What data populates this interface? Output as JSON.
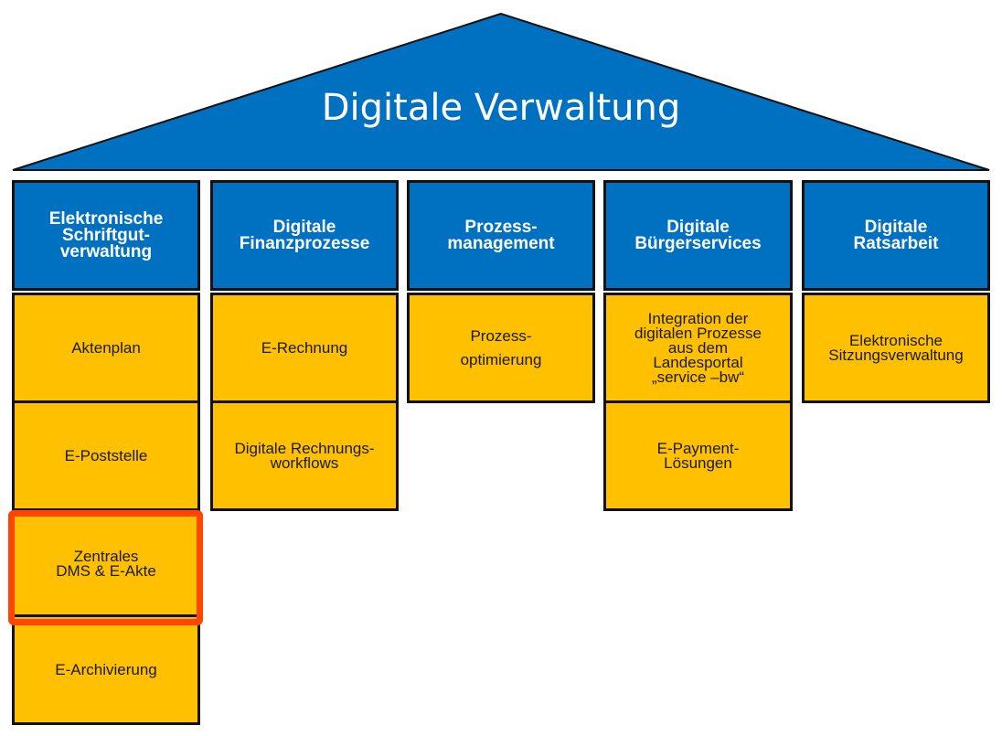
{
  "roof": {
    "title": "Digitale Verwaltung",
    "color": "#0070c0"
  },
  "columns": [
    {
      "header": "Elektronische\nSchriftgut-\nverwaltung",
      "items": [
        "Aktenplan",
        "E-Poststelle",
        "Zentrales\nDMS & E-Akte",
        "E-Archivierung"
      ]
    },
    {
      "header": "Digitale\nFinanzprozesse",
      "items": [
        "E-Rechnung",
        "Digitale Rechnungs-\nworkflows"
      ]
    },
    {
      "header": "Prozess-\nmanagement",
      "items": [
        "Prozess-\noptimierung"
      ]
    },
    {
      "header": "Digitale\nBürgerservices",
      "items": [
        "Integration der\ndigitalen Prozesse\naus dem\nLandesportal\n„service –bw“",
        "E-Payment-\nLösungen"
      ]
    },
    {
      "header": "Digitale\nRatsarbeit",
      "items": [
        "Elektronische\nSitzungsverwaltung"
      ]
    }
  ],
  "colors": {
    "header": "#0070c0",
    "cell": "#ffc000",
    "highlight": "#ff4500"
  },
  "highlighted_item": "Zentrales DMS & E-Akte"
}
